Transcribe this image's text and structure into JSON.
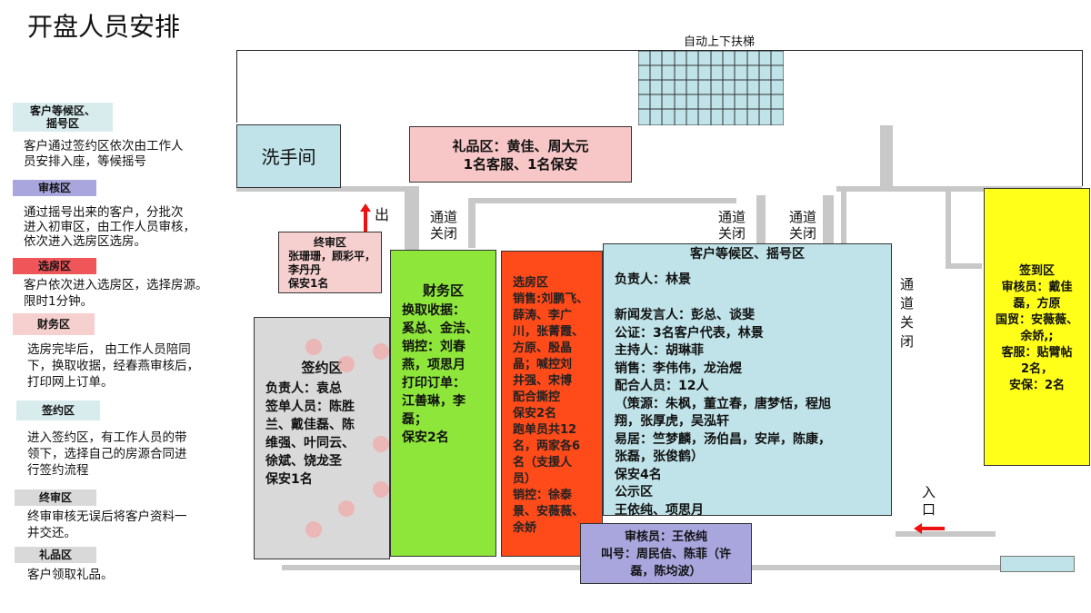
{
  "title": "开盘人员安排",
  "escalator_label": "自动上下扶梯",
  "legend": [
    {
      "tag": "客户等候区、\n摇号区",
      "color": "#d8ecee",
      "desc": "客户通过签约区依次由工作人\n员安排入座，等候摇号"
    },
    {
      "tag": "审核区",
      "color": "#a9a6de",
      "desc": "通过摇号出来的客户，分批次\n进入初审区，由工作人员审核，\n依次进入选房区选房。"
    },
    {
      "tag": "选房区",
      "color": "#f0555a",
      "desc": "客户依次进入选房区，选择房源。\n限时1分钟。"
    },
    {
      "tag": "财务区",
      "color": "#f6cfcf",
      "desc": "选房完毕后， 由工作人员陪同\n下，换取收据，经春燕审核后，\n打印网上订单。"
    },
    {
      "tag": "签约区",
      "color": "#d8ecee",
      "desc": "进入签约区，有工作人员的带\n领下，选择自己的房源合同进\n行签约流程"
    },
    {
      "tag": "终审区",
      "color": "#d9d9d9",
      "desc": "终审审核无误后将客户资料一\n并交还。"
    },
    {
      "tag": "礼品区",
      "color": "#d9d9d9",
      "desc": "客户领取礼品。"
    }
  ],
  "plan": {
    "restroom": "洗手间",
    "gift": "礼品区：黄佳、周大元\n1名客服、1名保安",
    "exit_label": "出",
    "entrance_label": "入\n口",
    "closed_1": "通道\n关闭",
    "closed_2": "通道\n关闭",
    "closed_3": "通道\n关闭",
    "closed_4": "通\n道\n关\n闭",
    "final_review": {
      "title": "终审区",
      "body": "张珊珊，顾彩平，\n李丹丹\n保安1名"
    },
    "signing": {
      "title": "签约区",
      "body": "负责人：袁总\n签单人员：陈胜\n兰、戴佳磊、陈\n维强、叶同云、\n徐斌、饶龙圣\n保安1名"
    },
    "finance": {
      "title": "财务区",
      "body": "换取收据：\n奚总、金洁、\n销控：刘春\n燕，项思月\n打印订单：\n江善琳，李\n磊；\n保安2名"
    },
    "selection": {
      "title": "选房区",
      "body": "销售:刘鹏飞、\n薛涛、李广\n川，张菁霞、\n方原、殷晶\n晶；喊控刘\n井强、宋博\n配合撕控\n保安2名\n跑单员共12\n名，两家各6\n名（支援人\n员）\n销控：徐泰\n景、安薇薇、\n余娇"
    },
    "waiting": {
      "title": "客户等候区、摇号区",
      "body": "负责人：林景\n\n新闻发言人：彭总、谈斐\n公证：3名客户代表，林景\n主持人：胡琳菲\n销售：李伟伟，龙治煜\n配合人员：12人\n  （策源：朱枫，董立春，唐梦恬，程旭\n翔，张厚虎，吴泓轩\n易居：竺梦麟，汤伯昌，安岸，陈康，\n张磊，张俊鹤）\n保安4名\n公示区\n王依纯、项思月"
    },
    "review": "审核员：王依纯\n叫号：周民佶、陈菲（许\n磊，陈均波）",
    "checkin": "签到区\n审核员：戴佳\n磊，方原\n国贸：安薇薇、\n余娇,;\n客服：贴臂帖\n2名，\n安保：2名"
  },
  "colors": {
    "restroom": "#bfe3e8",
    "gift": "#f7c6c6",
    "final": "#f6cfcf",
    "signing": "#d9d9d9",
    "finance": "#8ee63a",
    "selection": "#ff4a1a",
    "waiting": "#bfe3e8",
    "review": "#a9a6de",
    "checkin": "#ffff1a"
  }
}
